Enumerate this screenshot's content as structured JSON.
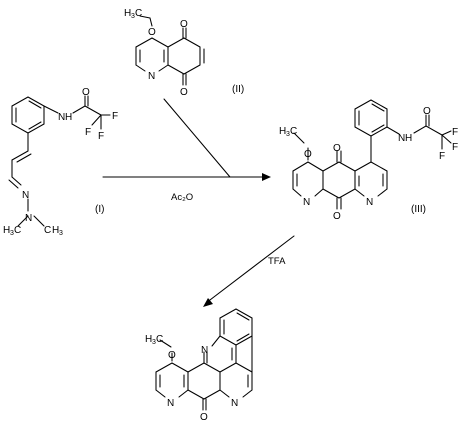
{
  "compounds": {
    "c1": "(I)",
    "c2": "(II)",
    "c3": "(III)"
  },
  "reagents": {
    "step1": "Ac₂O",
    "step2": "TFA"
  },
  "atoms": {
    "N": "N",
    "O": "O",
    "H": "H",
    "F": "F",
    "C": "C",
    "three": "3"
  }
}
